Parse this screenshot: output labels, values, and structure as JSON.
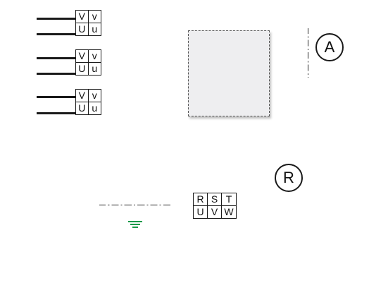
{
  "terminal_blocks": [
    {
      "top_left": "V",
      "top_right": "v",
      "bottom_left": "U",
      "bottom_right": "u"
    },
    {
      "top_left": "V",
      "top_right": "v",
      "bottom_left": "U",
      "bottom_right": "u"
    },
    {
      "top_left": "V",
      "top_right": "v",
      "bottom_left": "U",
      "bottom_right": "u"
    }
  ],
  "markers": {
    "a_label": "A",
    "r_label": "R"
  },
  "phase_block": {
    "top": [
      "R",
      "S",
      "T"
    ],
    "bottom": [
      "U",
      "V",
      "W"
    ]
  },
  "colors": {
    "ground": "#1a9a4a",
    "wire": "#1a1a1a",
    "panel_fill": "#eeeef0"
  },
  "icons": {
    "ground": "ground-icon"
  }
}
